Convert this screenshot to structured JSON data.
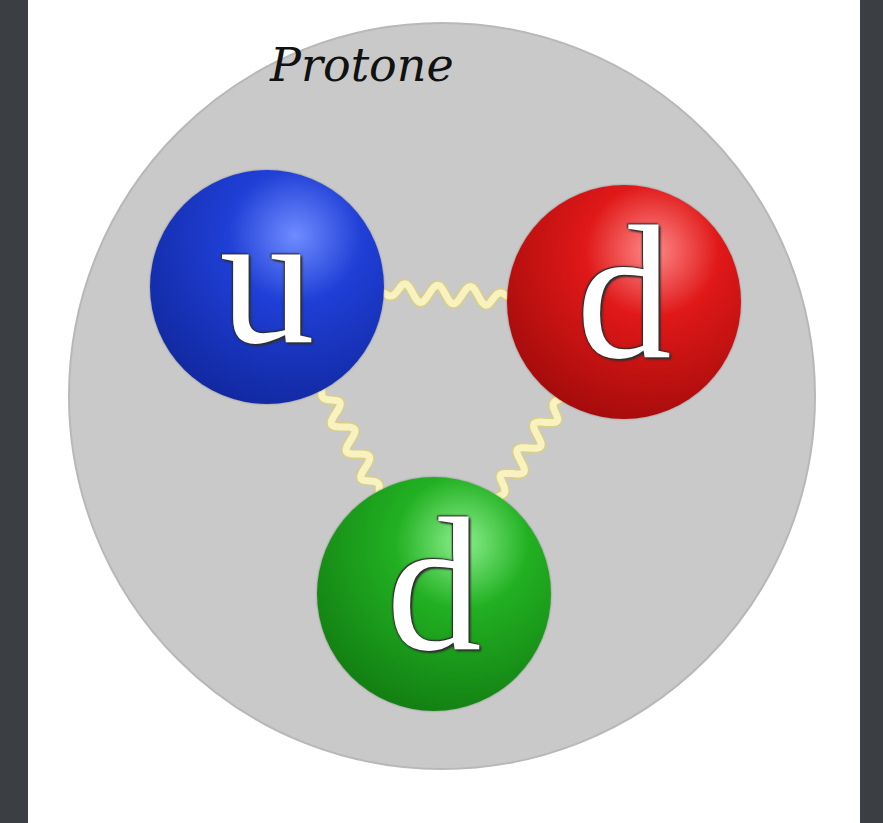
{
  "diagram": {
    "nodes": [
      {
        "text": [
          "Protone"
        ]
      },
      {
        "text": [
          "u"
        ],
        "in": 0
      },
      {
        "text": [
          "d"
        ],
        "in": 0
      },
      {
        "text": [
          "d"
        ],
        "in": 0
      }
    ],
    "edges": [
      {
        "from": 1,
        "to": 2,
        "arrow": "none"
      },
      {
        "from": 1,
        "to": 3,
        "arrow": "none"
      },
      {
        "from": 2,
        "to": 3,
        "arrow": "none"
      }
    ]
  }
}
